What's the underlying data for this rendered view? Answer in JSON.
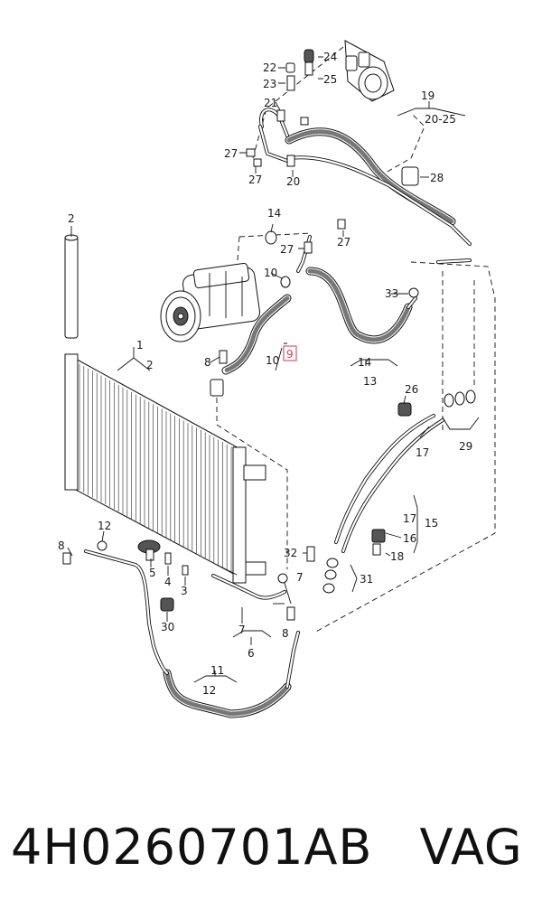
{
  "diagram": {
    "labels": [
      {
        "id": "l2a",
        "text": "2"
      },
      {
        "id": "l1",
        "text": "1"
      },
      {
        "id": "l2b",
        "text": "2"
      },
      {
        "id": "l3",
        "text": "3"
      },
      {
        "id": "l4",
        "text": "4"
      },
      {
        "id": "l5",
        "text": "5"
      },
      {
        "id": "l6",
        "text": "6"
      },
      {
        "id": "l7a",
        "text": "7"
      },
      {
        "id": "l7b",
        "text": "7"
      },
      {
        "id": "l8a",
        "text": "8"
      },
      {
        "id": "l8b",
        "text": "8"
      },
      {
        "id": "l8c",
        "text": "8"
      },
      {
        "id": "l9",
        "text": "9"
      },
      {
        "id": "l10a",
        "text": "10"
      },
      {
        "id": "l10b",
        "text": "10"
      },
      {
        "id": "l11",
        "text": "11"
      },
      {
        "id": "l12a",
        "text": "12"
      },
      {
        "id": "l12b",
        "text": "12"
      },
      {
        "id": "l13",
        "text": "13"
      },
      {
        "id": "l14a",
        "text": "14"
      },
      {
        "id": "l14b",
        "text": "14"
      },
      {
        "id": "l15",
        "text": "15"
      },
      {
        "id": "l16",
        "text": "16"
      },
      {
        "id": "l17a",
        "text": "17"
      },
      {
        "id": "l17b",
        "text": "17"
      },
      {
        "id": "l18",
        "text": "18"
      },
      {
        "id": "l19",
        "text": "19"
      },
      {
        "id": "l2025",
        "text": "20-25"
      },
      {
        "id": "l20",
        "text": "20"
      },
      {
        "id": "l21",
        "text": "21"
      },
      {
        "id": "l22",
        "text": "22"
      },
      {
        "id": "l23",
        "text": "23"
      },
      {
        "id": "l24",
        "text": "24"
      },
      {
        "id": "l25",
        "text": "25"
      },
      {
        "id": "l26",
        "text": "26"
      },
      {
        "id": "l27a",
        "text": "27"
      },
      {
        "id": "l27b",
        "text": "27"
      },
      {
        "id": "l27c",
        "text": "27"
      },
      {
        "id": "l27d",
        "text": "27"
      },
      {
        "id": "l28",
        "text": "28"
      },
      {
        "id": "l29",
        "text": "29"
      },
      {
        "id": "l30",
        "text": "30"
      },
      {
        "id": "l31",
        "text": "31"
      },
      {
        "id": "l32",
        "text": "32"
      },
      {
        "id": "l33",
        "text": "33"
      }
    ],
    "highlight_color": "#e05470"
  },
  "caption": {
    "part_number": "4H0260701AB",
    "brand": "VAG"
  }
}
